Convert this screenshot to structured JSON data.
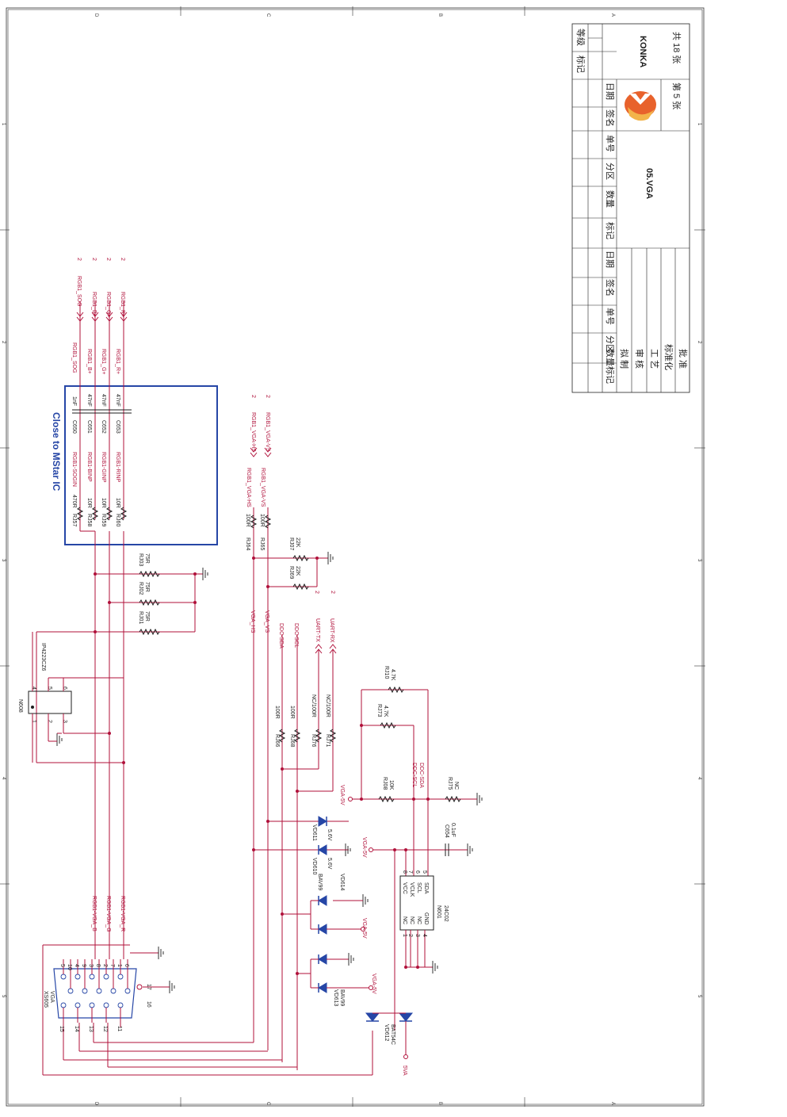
{
  "title_block": {
    "company": "KONKA",
    "sheet_title": "05.VGA",
    "sheet_no": "第 5 张",
    "sheet_total": "共 18 张",
    "grade": "等级",
    "mark": "标记",
    "rev_headers": [
      "标记",
      "数量",
      "分区",
      "单号",
      "签名",
      "日期"
    ],
    "sign_rows": [
      "拟 制",
      "审 核",
      "工 艺",
      "标准化",
      "批 准"
    ]
  },
  "grid": {
    "letters": [
      "D",
      "C",
      "B",
      "A"
    ],
    "numbers": [
      "1",
      "2",
      "3",
      "4",
      "5"
    ]
  },
  "note": "Close to MStar IC",
  "nets_right": {
    "sog": "RGB1_SOG",
    "b": "RGB1_B+",
    "g": "RGB1_G+",
    "r": "RGB1_R+",
    "b_vga": "RGB1-VGA_B",
    "g_vga": "RGB1-VGA_G",
    "r_vga": "RGB1-VGA_R",
    "sogin": "RGB1-SOGIN",
    "binp": "RGB1-BINP",
    "ginp": "RGB1-GINP",
    "rinp": "RGB1-RINP",
    "hs": "RGB1_VGA-HS",
    "vs": "RGB1_VGA-VS",
    "vga_hs": "VGA_HS",
    "vga_vs": "VGA_VS",
    "ddc_sda": "DDC-SDA",
    "ddc_scl": "DDC-SCL",
    "uart_tx": "UART-TX",
    "uart_rx": "UART-RX",
    "vga5v": "VGA-5V",
    "five_va": "5VA",
    "sheet_ref": "2"
  },
  "parts": {
    "rj57": {
      "ref": "RJ57",
      "val": "470R"
    },
    "rj58": {
      "ref": "RJ58",
      "val": "10R"
    },
    "rj59": {
      "ref": "RJ59",
      "val": "10R"
    },
    "rj60": {
      "ref": "RJ60",
      "val": "10R"
    },
    "c650": {
      "ref": "C650",
      "val": "1nF"
    },
    "c651": {
      "ref": "C651",
      "val": "47nF"
    },
    "c652": {
      "ref": "C652",
      "val": "47nF"
    },
    "c653": {
      "ref": "C653",
      "val": "47nF"
    },
    "rj01": {
      "ref": "RJ01",
      "val": "75R"
    },
    "rj02": {
      "ref": "RJ02",
      "val": "75R"
    },
    "rj03": {
      "ref": "RJ03",
      "val": "75R"
    },
    "rj64": {
      "ref": "RJ64",
      "val": "100R"
    },
    "rj65": {
      "ref": "RJ65",
      "val": "100R"
    },
    "rj07": {
      "ref": "RJ07",
      "val": "22K"
    },
    "rj69": {
      "ref": "RJ69",
      "val": "22K"
    },
    "rj66": {
      "ref": "RJ66",
      "val": "100R"
    },
    "rj68": {
      "ref": "RJ68",
      "val": "100R"
    },
    "rj76": {
      "ref": "RJ76",
      "val": "NC/100R"
    },
    "rj71": {
      "ref": "RJ71",
      "val": "NC/100R"
    },
    "rj10": {
      "ref": "RJ10",
      "val": "4.7K"
    },
    "rj73": {
      "ref": "RJ73",
      "val": "4.7K"
    },
    "rj08": {
      "ref": "RJ08",
      "val": "10K"
    },
    "rj75": {
      "ref": "RJ75",
      "val": "NC"
    },
    "c654": {
      "ref": "C654",
      "val": "0.1uF"
    },
    "n608": {
      "ref": "N608",
      "val": "IP4223CZ6"
    },
    "n601": {
      "ref": "N601",
      "val": "24C02"
    },
    "vd611": {
      "ref": "VD611",
      "val": "5.6V"
    },
    "vd610": {
      "ref": "VD610",
      "val": "5.6V"
    },
    "vd614": {
      "ref": "VD614",
      "val": "BAV99"
    },
    "vd613": {
      "ref": "VD613",
      "val": "BAV99"
    },
    "vd612": {
      "ref": "VD612",
      "val": "BAT54C"
    },
    "xs605": {
      "ref": "XS605",
      "val": "VGA"
    }
  },
  "eeprom_pins": {
    "left": [
      "NC",
      "NC",
      "NC",
      "GND"
    ],
    "right": [
      "VCC",
      "VCLK",
      "SCL",
      "SDA"
    ],
    "left_nums": [
      "1",
      "2",
      "3",
      "4"
    ],
    "right_nums": [
      "8",
      "7",
      "6",
      "5"
    ],
    "ddc_scl_net": "DDC-SCL",
    "ddc_sda_net": "DDC-SDA"
  },
  "connector_pins": [
    "15",
    "14",
    "13",
    "12",
    "11",
    "10",
    "4",
    "9",
    "3",
    "8",
    "2",
    "7",
    "1",
    "6",
    "5",
    "17",
    "16"
  ]
}
